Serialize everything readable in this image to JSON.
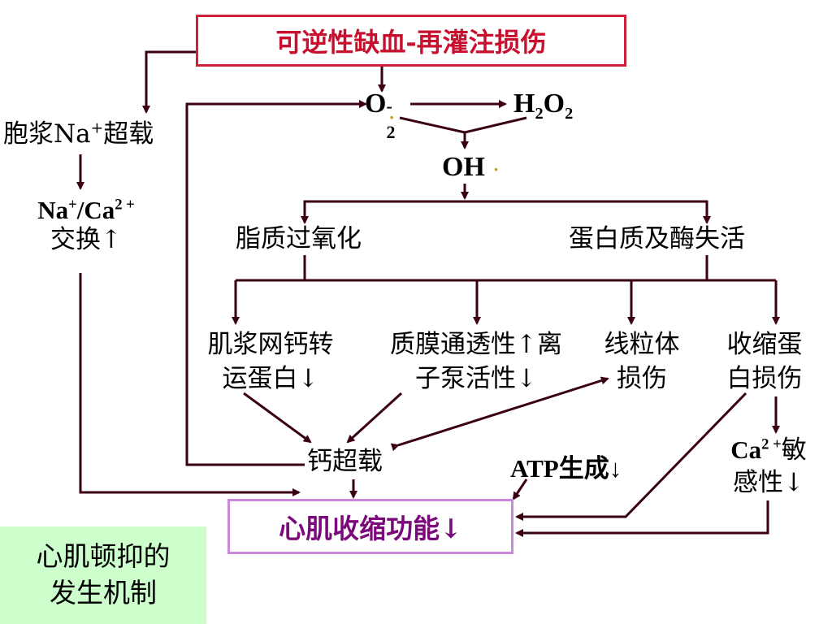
{
  "title": "可逆性缺血-再灌注损伤",
  "radicals": {
    "superoxide": "O",
    "superoxide_sub": "2",
    "superoxide_sup": "-",
    "superoxide_dot": "·",
    "peroxide_h": "H",
    "peroxide_sub1": "2",
    "peroxide_o": "O",
    "peroxide_sub2": "2",
    "hydroxyl": "OH",
    "hydroxyl_dot": "·"
  },
  "left": {
    "na_overload_pre": "胞浆Na",
    "na_overload_sup": "+",
    "na_overload_post": "超载",
    "exchange_line1_a": "Na",
    "exchange_line1_sup1": "+",
    "exchange_line1_b": "/Ca",
    "exchange_line1_sup2": "2 +",
    "exchange_line2": "交换↑"
  },
  "middle": {
    "lipid": "脂质过氧化",
    "protein": "蛋白质及酶失活"
  },
  "effects": {
    "sr_line1": "肌浆网钙转",
    "sr_line2": "运蛋白↓",
    "membrane_line1": "质膜通透性↑离",
    "membrane_line2": "子泵活性↓",
    "mito_line1": "线粒体",
    "mito_line2": "损伤",
    "contractile_line1": "收缩蛋",
    "contractile_line2": "白损伤"
  },
  "bottom": {
    "calcium": "钙超载",
    "atp": "ATP生成↓",
    "ca_sens_line1_a": "Ca",
    "ca_sens_line1_sup": "2 +",
    "ca_sens_line1_b": "敏",
    "ca_sens_line2": "感性↓",
    "heart": "心肌收缩功能↓"
  },
  "corner": {
    "line1": "心肌顿抑的",
    "line2": "发生机制"
  },
  "colors": {
    "title_border": "#d0213a",
    "title_text": "#c8102e",
    "heart_border": "#cc88dd",
    "heart_text": "#7a0a7a",
    "corner_bg": "#ccffcc",
    "line": "#3a0012"
  }
}
